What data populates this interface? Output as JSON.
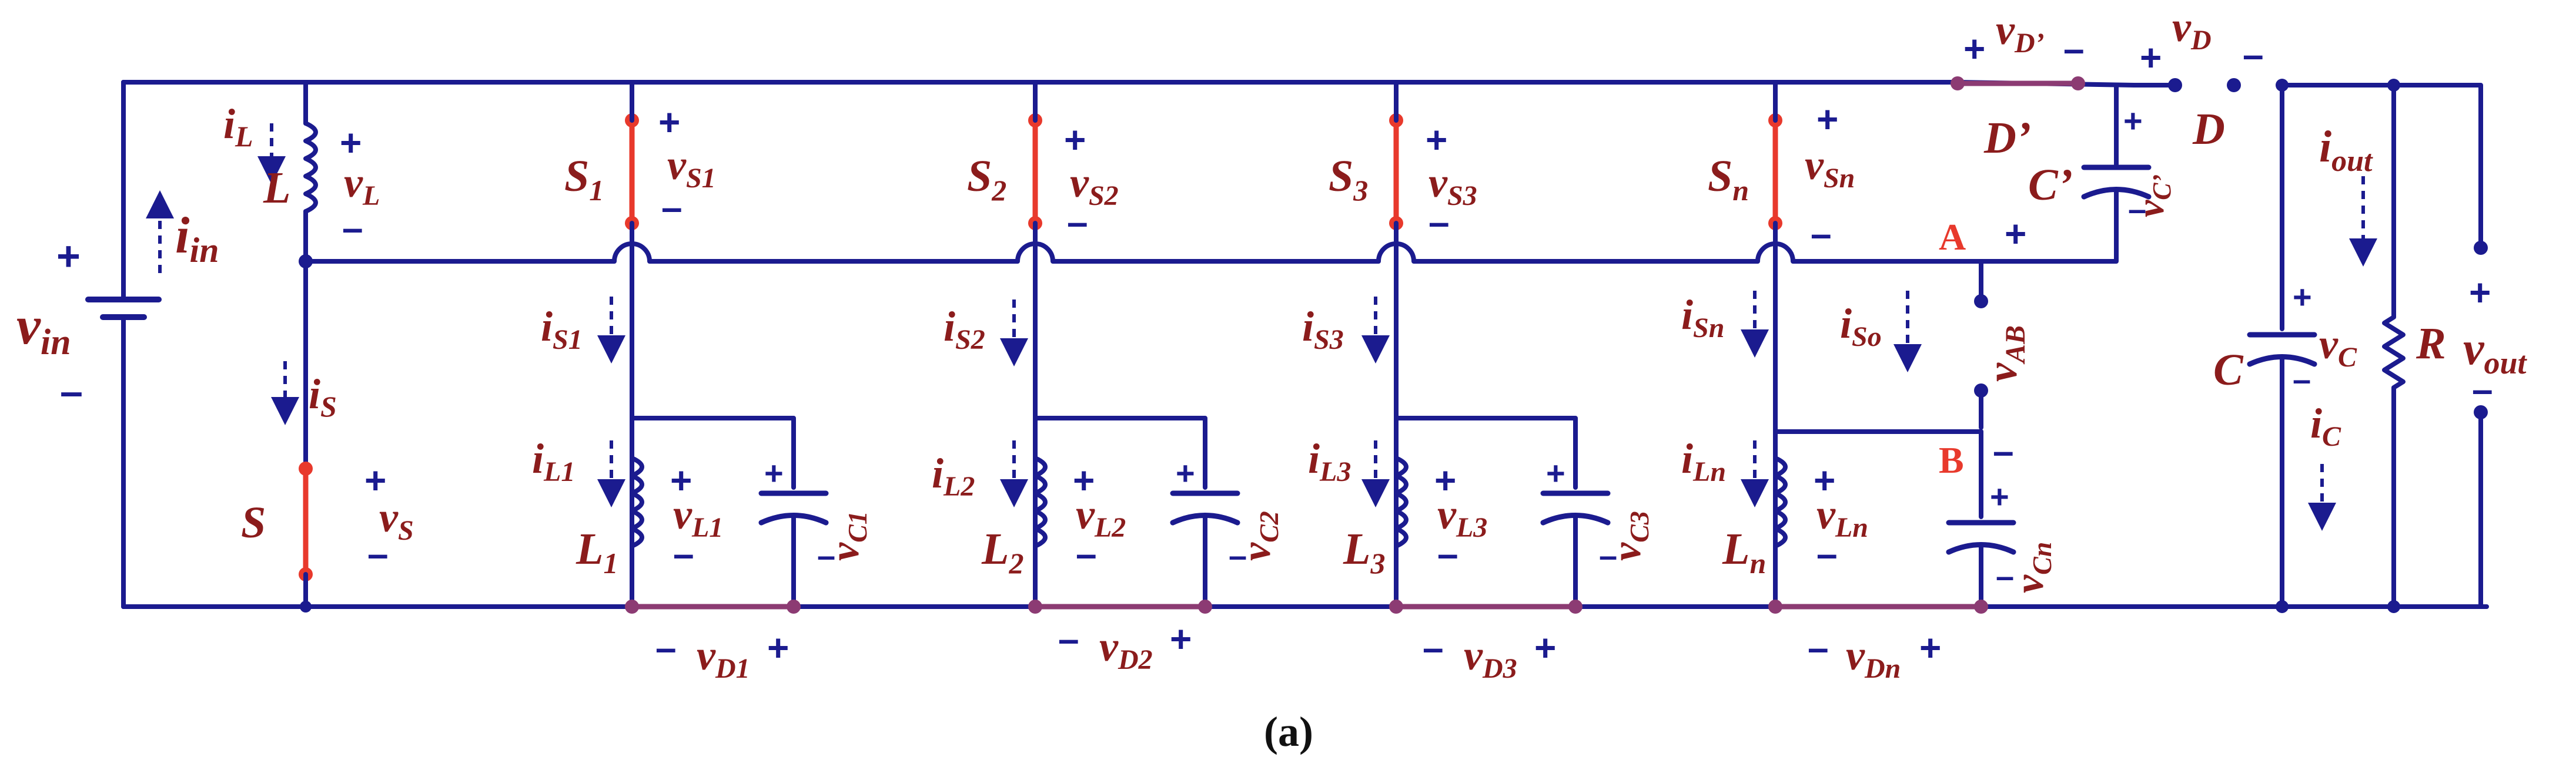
{
  "caption": {
    "open": "(",
    "letter": "a",
    "close": ")"
  },
  "labels": {
    "i_in": "in",
    "v_in": "in",
    "i_L": "L",
    "L": "L",
    "v_L": "L",
    "i_S": "S",
    "S": "S",
    "v_S": "S",
    "D_prime": "D’",
    "v_D_prime": "D’",
    "C_prime": "C’",
    "v_C_prime": "C’",
    "D": "D",
    "v_D": "D",
    "i_out": "out",
    "i_So": "So",
    "v_AB": "AB",
    "C": "C",
    "v_C": "C",
    "i_C": "C",
    "R": "R",
    "v_out": "out",
    "node_A": "A",
    "node_B": "B"
  },
  "cells": [
    {
      "S": "1",
      "vS": "S1",
      "iS": "S1",
      "iL": "L1",
      "L": "1",
      "vL": "L1",
      "vC": "C1",
      "vD": "D1"
    },
    {
      "S": "2",
      "vS": "S2",
      "iS": "S2",
      "iL": "L2",
      "L": "2",
      "vL": "L2",
      "vC": "C2",
      "vD": "D2"
    },
    {
      "S": "3",
      "vS": "S3",
      "iS": "S3",
      "iL": "L3",
      "L": "3",
      "vL": "L3",
      "vC": "C3",
      "vD": "D3"
    },
    {
      "S": "n",
      "vS": "Sn",
      "iS": "Sn",
      "iL": "Ln",
      "L": "n",
      "vL": "Ln",
      "vC": "Cn",
      "vD": "Dn"
    }
  ]
}
